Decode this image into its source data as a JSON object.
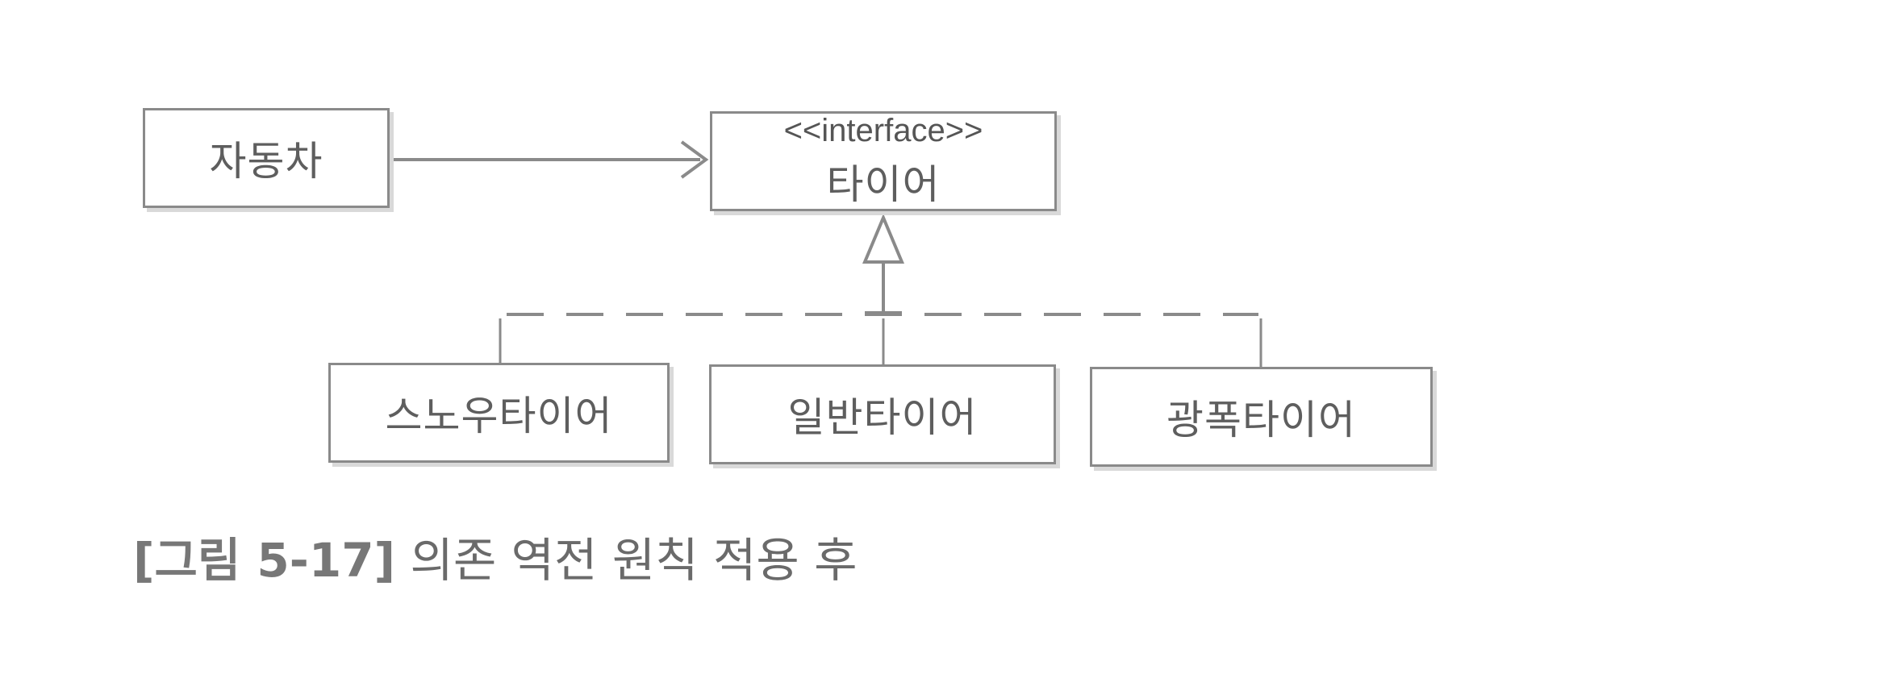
{
  "diagram": {
    "car": {
      "label": "자동차"
    },
    "tire_interface": {
      "stereotype": "<<interface>>",
      "label": "타이어"
    },
    "implementations": [
      {
        "label": "스노우타이어"
      },
      {
        "label": "일반타이어"
      },
      {
        "label": "광폭타이어"
      }
    ],
    "caption": {
      "figure": "[그림 5-17]",
      "text": "의존 역전 원칙 적용 후"
    },
    "colors": {
      "line": "#8a8a8a",
      "text": "#5e5e5e"
    }
  }
}
